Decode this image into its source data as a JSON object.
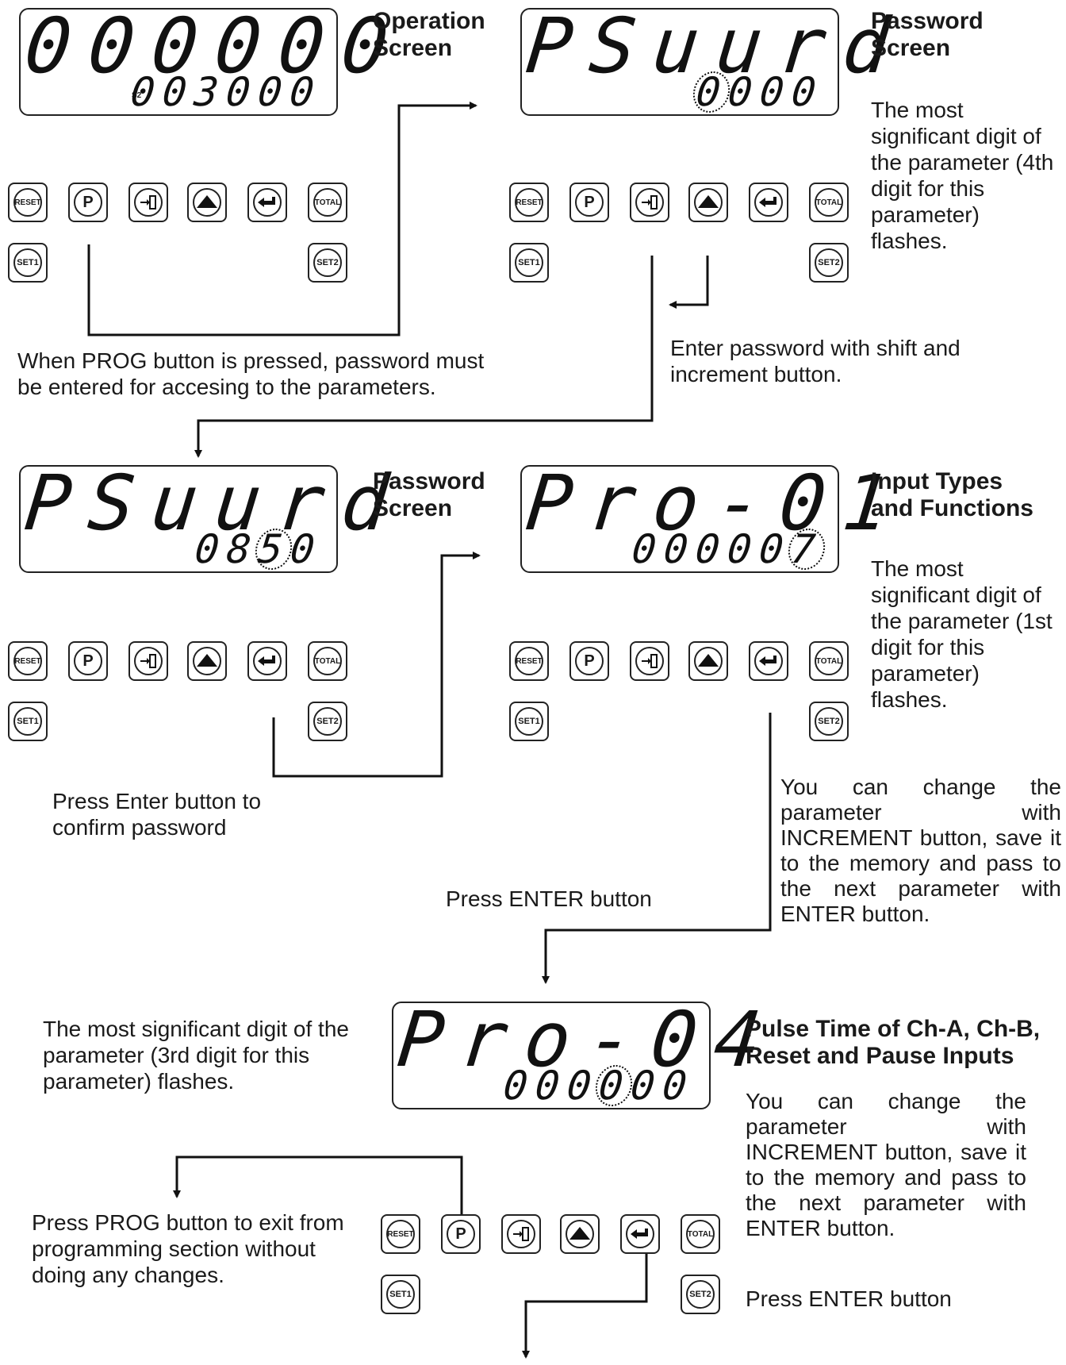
{
  "panel1": {
    "display": {
      "top": "000000",
      "bottom": "003000",
      "indicator": "S2"
    },
    "title": "Operation\nScreen"
  },
  "panel2": {
    "display": {
      "top": "PSuurd",
      "bottom_blink": "0",
      "bottom_rest": "000"
    },
    "title": "Password\nScreen",
    "desc": "The most significant digit of the parameter (4th digit for this parameter) flashes."
  },
  "panel3": {
    "display": {
      "top": "PSuurd",
      "bottom_pre": "08",
      "bottom_blink": "5",
      "bottom_post": "0"
    },
    "title": "Password\nScreen"
  },
  "panel4": {
    "display": {
      "top": "Pro-01",
      "bottom_pre": "00000",
      "bottom_blink": "7"
    },
    "title": "Input Types\nand Functions",
    "desc": "The most significant digit of the parameter (1st digit for this parameter) flashes."
  },
  "panel5": {
    "display": {
      "top": "Pro-04",
      "bottom_pre": "000",
      "bottom_blink": "0",
      "bottom_post": "00"
    },
    "title": "Pulse Time of Ch-A, Ch-B,\nReset and Pause Inputs",
    "desc_left": "The most significant digit of the parameter (3rd digit for this parameter) flashes.",
    "change_text": "You can change the parameter with INCREMENT button, save it to the memory and pass to the next parameter with ENTER button.",
    "press_enter": "Press ENTER button"
  },
  "notes": {
    "prog_pressed": "When PROG button is pressed, password must be entered for accesing to the parameters.",
    "enter_password": "Enter password with shift and increment button.",
    "press_enter_confirm": "Press Enter button to\nconfirm password",
    "change_param": "You can change the parameter with INCREMENT button, save it to the memory and pass to the next parameter with ENTER button.",
    "press_enter_mid": "Press ENTER button",
    "press_prog_exit": "Press PROG button to exit from programming section without doing any changes."
  },
  "buttons": {
    "reset": "RESET",
    "prog": "P",
    "total": "TOTAL",
    "set1": "SET1",
    "set2": "SET2",
    "shift_icon": "shift-icon",
    "up_icon": "increment-triangle-icon",
    "enter_icon": "enter-arrow-icon"
  }
}
